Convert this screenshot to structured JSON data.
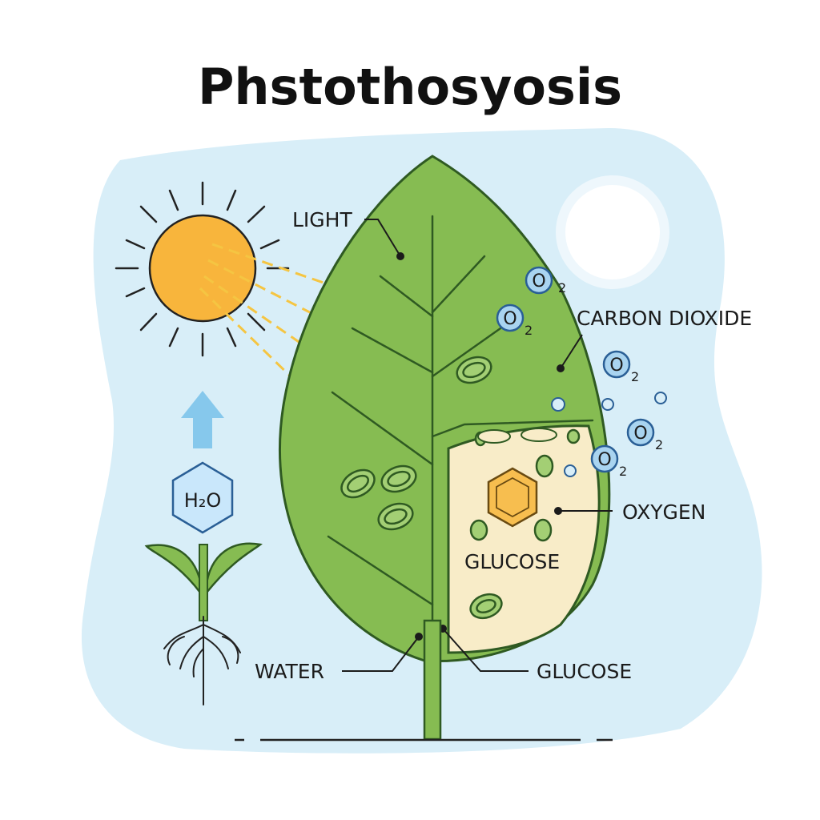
{
  "title": "Phstothosyosis",
  "labels": {
    "light": "LIGHT",
    "carbon_dioxide": "CARBON DIOXIDE",
    "oxygen": "OXYGEN",
    "glucose_inner": "GLUCOSE",
    "glucose_bottom": "GLUCOSE",
    "water": "WATER"
  },
  "molecules": {
    "water_formula": "H₂O",
    "o2_letter": "O",
    "o2_sub": "2"
  },
  "colors": {
    "background_blob": "#d8eef8",
    "leaf_fill": "#86bc52",
    "leaf_stroke": "#2f5a22",
    "sun_fill": "#f8b53c",
    "light_ray": "#f5c542",
    "chloroplast_cell": "#f8ecc8",
    "o2_bubble": "#a9d4f0",
    "arrow_up": "#86c8ec"
  }
}
